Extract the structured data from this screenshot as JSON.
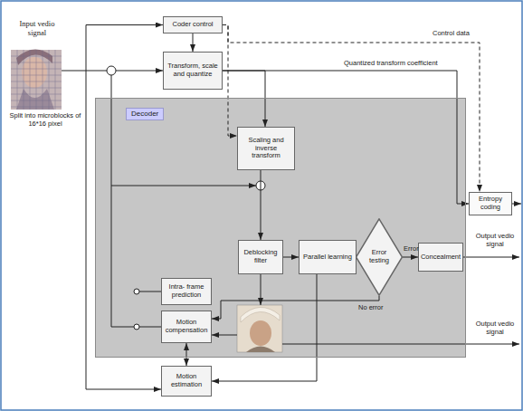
{
  "diagram": {
    "nodes": [
      {
        "text": [
          "Coder control"
        ]
      },
      {
        "text": [
          "Transform, scale and quantize"
        ]
      },
      {
        "text": [
          "Decoder"
        ]
      },
      {
        "text": [
          "Scaling and inverse transform"
        ],
        "in": 2
      },
      {
        "text": [
          "Deblocking filter"
        ],
        "in": 2
      },
      {
        "text": [
          "Parallel learning"
        ],
        "in": 2
      },
      {
        "text": [
          "Error testing"
        ],
        "in": 2
      },
      {
        "text": [
          "Concealment"
        ],
        "in": 2
      },
      {
        "text": [
          "Intra- frame prediction"
        ],
        "in": 2
      },
      {
        "text": [
          "Motion compensation"
        ],
        "in": 2
      },
      {
        "text": [
          "Motion estimation"
        ]
      },
      {
        "text": [
          "Entropy coding"
        ]
      }
    ],
    "edges": [
      {
        "from": 0,
        "to": 1,
        "arrow": "to"
      },
      {
        "from": 0,
        "to": 11,
        "arrow": "to"
      },
      {
        "from": 0,
        "to": 3,
        "arrow": "to"
      },
      {
        "from": 1,
        "to": 11,
        "label": "Quantized transform coefficient",
        "arrow": "to"
      },
      {
        "from": 1,
        "to": 3,
        "arrow": "to"
      },
      {
        "from": 3,
        "to": 4,
        "arrow": "to"
      },
      {
        "from": 4,
        "to": 5,
        "arrow": "to"
      },
      {
        "from": 5,
        "to": 6,
        "arrow": "to"
      },
      {
        "from": 6,
        "to": 7,
        "label": "Error",
        "arrow": "to"
      },
      {
        "from": 6,
        "to": 9,
        "label": "No error",
        "arrow": "to"
      },
      {
        "from": 5,
        "to": 10,
        "arrow": "to"
      },
      {
        "from": 9,
        "to": 10,
        "arrow": "both"
      }
    ],
    "labels": [
      "Input vedio signal",
      "Split into microblocks of 16*16 pixel",
      "Control data",
      "Output vedio signal",
      "Output vedio signal"
    ]
  }
}
